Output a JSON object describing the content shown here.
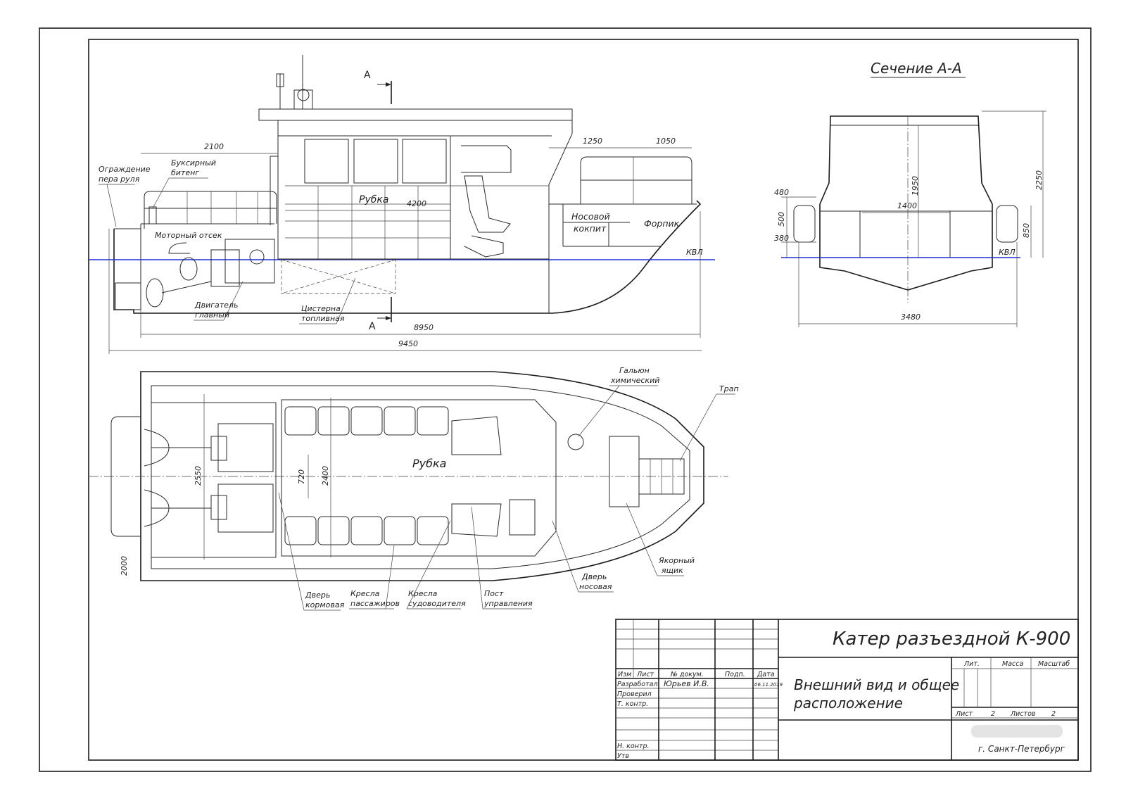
{
  "section": {
    "title": "Сечение А-А",
    "dims": {
      "d480": "480",
      "d500": "500",
      "d380": "380",
      "d1950": "1950",
      "d1400": "1400",
      "d2250": "2250",
      "d850": "850",
      "d3480": "3480",
      "waterline": "КВЛ"
    }
  },
  "profile": {
    "cut_mark_top": "А",
    "cut_mark_bottom": "А",
    "dims": {
      "d2100": "2100",
      "d1250": "1250",
      "d1050": "1050",
      "d4200": "4200",
      "d8950": "8950",
      "d9450": "9450"
    },
    "labels": {
      "rudder_guard": [
        "Ограждение",
        "пера руля"
      ],
      "bitt": [
        "Буксирный",
        "битенг"
      ],
      "engine_room": "Моторный отсек",
      "wheelhouse": "Рубка",
      "bow_cockpit": [
        "Носовой",
        "кокпит"
      ],
      "forepeak": "Форпик",
      "waterline": "КВЛ",
      "main_engine": [
        "Двигатель",
        "главный"
      ],
      "fuel_tank": [
        "Цистерна",
        "топливная"
      ]
    }
  },
  "plan": {
    "dims": {
      "d2550": "2550",
      "d720": "720",
      "d2400": "2400",
      "d2000": "2000"
    },
    "labels": {
      "wheelhouse": "Рубка",
      "toilet": [
        "Гальюн",
        "химический"
      ],
      "ladder": "Трап",
      "anchor_box": [
        "Якорный",
        "ящик"
      ],
      "bow_door": [
        "Дверь",
        "носовая"
      ],
      "stern_door": [
        "Дверь",
        "кормовая"
      ],
      "passenger_seats": [
        "Кресла",
        "пассажиров"
      ],
      "skipper_seats": [
        "Кресла",
        "судоводителя"
      ],
      "control_post": [
        "Пост",
        "управления"
      ]
    }
  },
  "title_block": {
    "product": "Катер разъездной К-900",
    "doc_title": [
      "Внешний вид и общее",
      "расположение"
    ],
    "headers": {
      "izm": "Изм",
      "list": "Лист",
      "doc_no": "№ докум.",
      "sign": "Подп.",
      "date": "Дата"
    },
    "rows": {
      "developed": "Разработал",
      "checked": "Проверил",
      "tcontrol": "Т. контр.",
      "ncontrol": "Н. контр.",
      "approved": "Утв"
    },
    "developer": "Юрьев И.В.",
    "date": "06.11.2019",
    "lit": "Лит.",
    "mass": "Масса",
    "scale": "Масштаб",
    "sheet_label": "Лист",
    "sheet_no": "2",
    "sheets_label": "Листов",
    "sheets_no": "2",
    "city": "г. Санкт-Петербург"
  }
}
